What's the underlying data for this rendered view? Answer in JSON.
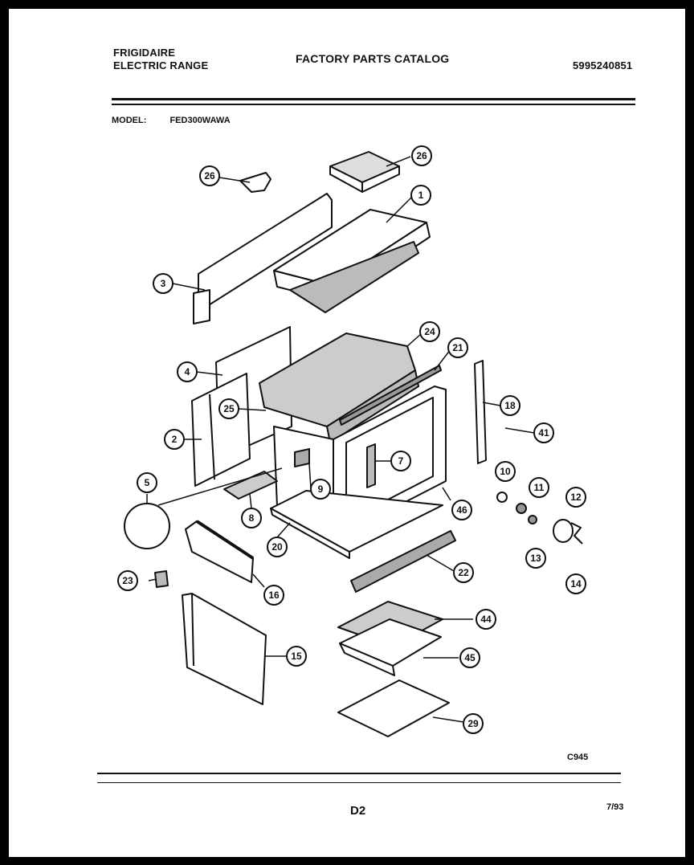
{
  "header": {
    "brand_line1": "FRIGIDAIRE",
    "brand_line2": "ELECTRIC RANGE",
    "title": "FACTORY PARTS CATALOG",
    "catalog_number": "5995240851"
  },
  "model": {
    "label": "MODEL:",
    "value": "FED300WAWA"
  },
  "callouts": {
    "c26a": "26",
    "c26b": "26",
    "c1": "1",
    "c3": "3",
    "c24": "24",
    "c21": "21",
    "c4": "4",
    "c25": "25",
    "c18": "18",
    "c41": "41",
    "c2": "2",
    "c7": "7",
    "c10": "10",
    "c5": "5",
    "c9": "9",
    "c46": "46",
    "c11": "11",
    "c12": "12",
    "c8": "8",
    "c20": "20",
    "c13": "13",
    "c23": "23",
    "c16": "16",
    "c22": "22",
    "c14": "14",
    "c44": "44",
    "c15": "15",
    "c45": "45",
    "c29": "29"
  },
  "footer": {
    "drawing_code": "C945",
    "page": "D2",
    "date": "7/93"
  }
}
